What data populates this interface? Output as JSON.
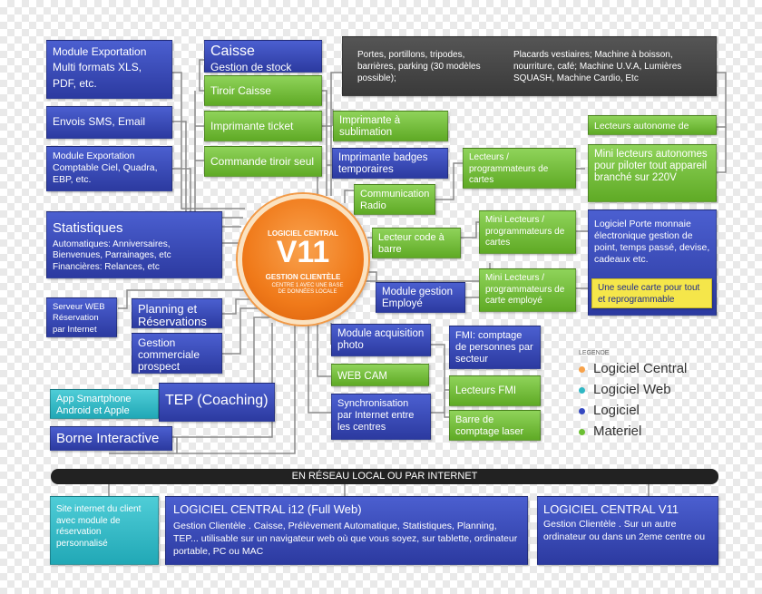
{
  "boxes": {
    "module_export": "Module Exportation Multi formats XLS, PDF, etc.",
    "envois_sms": "Envois SMS, Email",
    "module_export_comptable": "Module Exportation Comptable Ciel, Quadra, EBP, etc.",
    "statistiques_title": "Statistiques",
    "statistiques_body": "Automatiques: Anniversaires, Bienvenues, Parrainages, etc Financières: Relances, etc",
    "serveur_web": "Serveur WEB Réservation par Internet",
    "planning": "Planning et Réservations",
    "gestion_commerciale": "Gestion commerciale prospect",
    "app_smartphone": "App Smartphone Android et Apple",
    "tep": "TEP (Coaching)",
    "borne": "Borne Interactive",
    "caisse_title": "Caisse",
    "caisse_sub": "Gestion de stock",
    "tiroir_caisse": "Tiroir Caisse",
    "imprimante_ticket": "Imprimante ticket",
    "commande_tiroir": "Commande tiroir seul",
    "imprimante_sublimation": "Imprimante à sublimation",
    "imprimante_badges": "Imprimante badges temporaires",
    "communication_radio": "Communication Radio",
    "lecteurs_programmateurs": "Lecteurs / programmateurs de cartes",
    "lecteur_code_barre": "Lecteur code à barre",
    "mini_lecteurs_prog": "Mini Lecteurs / programmateurs de cartes",
    "module_gestion_employe": "Module gestion Employé",
    "mini_lecteurs_employe": "Mini Lecteurs / programmateurs de carte employé",
    "module_acquisition": "Module acquisition photo",
    "webcam": "WEB CAM",
    "synchronisation": "Synchronisation par Internet entre les centres",
    "fmi_comptage": "FMI: comptage de personnes par secteur",
    "lecteurs_fmi": "Lecteurs FMI",
    "barre_comptage": "Barre de comptage laser",
    "dark_left": "Portes, portillons, tripodes, barrières, parking (30 modèles possible);",
    "dark_right": "Placards vestiaires; Machine à boisson, nourriture,  café; Machine U.V.A, Lumières SQUASH, Machine Cardio, Etc",
    "lecteurs_autonome": "Lecteurs autonome de carte",
    "mini_lecteurs_autonomes": "Mini lecteurs autonomes pour piloter tout appareil branché sur 220V",
    "porte_monnaie": "Logiciel Porte monnaie électronique gestion de point, temps passé, devise, cadeaux etc.",
    "seule_carte": "Une seule carte pour tout et reprogrammable",
    "site_internet": "Site internet du client avec module de réservation personnalisé",
    "i12_title": "LOGICIEL CENTRAL i12 (Full Web)",
    "i12_body": "Gestion Clientèle .  Caisse, Prélèvement Automatique, Statistiques, Planning, TEP... utilisable sur un navigateur web où que vous soyez, sur tablette, ordinateur  portable, PC ou MAC",
    "v11_title": "LOGICIEL CENTRAL V11",
    "v11_body": "Gestion Clientèle . Sur un autre ordinateur ou dans un 2eme centre ou"
  },
  "hub": {
    "line1": "LOGICIEL CENTRAL",
    "line2": "V11",
    "line3": "GESTION CLIENTÈLE",
    "line4": "CENTRE 1 AVEC UNE BASE DE DONNÉES LOCALE"
  },
  "bar_label": "EN RÉSEAU LOCAL OU PAR INTERNET",
  "legend": {
    "title": "LEGENDE",
    "items": [
      {
        "label": "Logiciel Central",
        "color": "#f7a24a"
      },
      {
        "label": "Logiciel Web",
        "color": "#2fb7c4"
      },
      {
        "label": "Logiciel",
        "color": "#3448c0"
      },
      {
        "label": "Materiel",
        "color": "#6bbf33"
      }
    ]
  },
  "colors": {
    "blue": "#3448c0",
    "green": "#6bbf33",
    "teal": "#2fb7c4",
    "orange": "#f07a1a",
    "dark": "#444444",
    "yellow": "#f5e64a"
  }
}
